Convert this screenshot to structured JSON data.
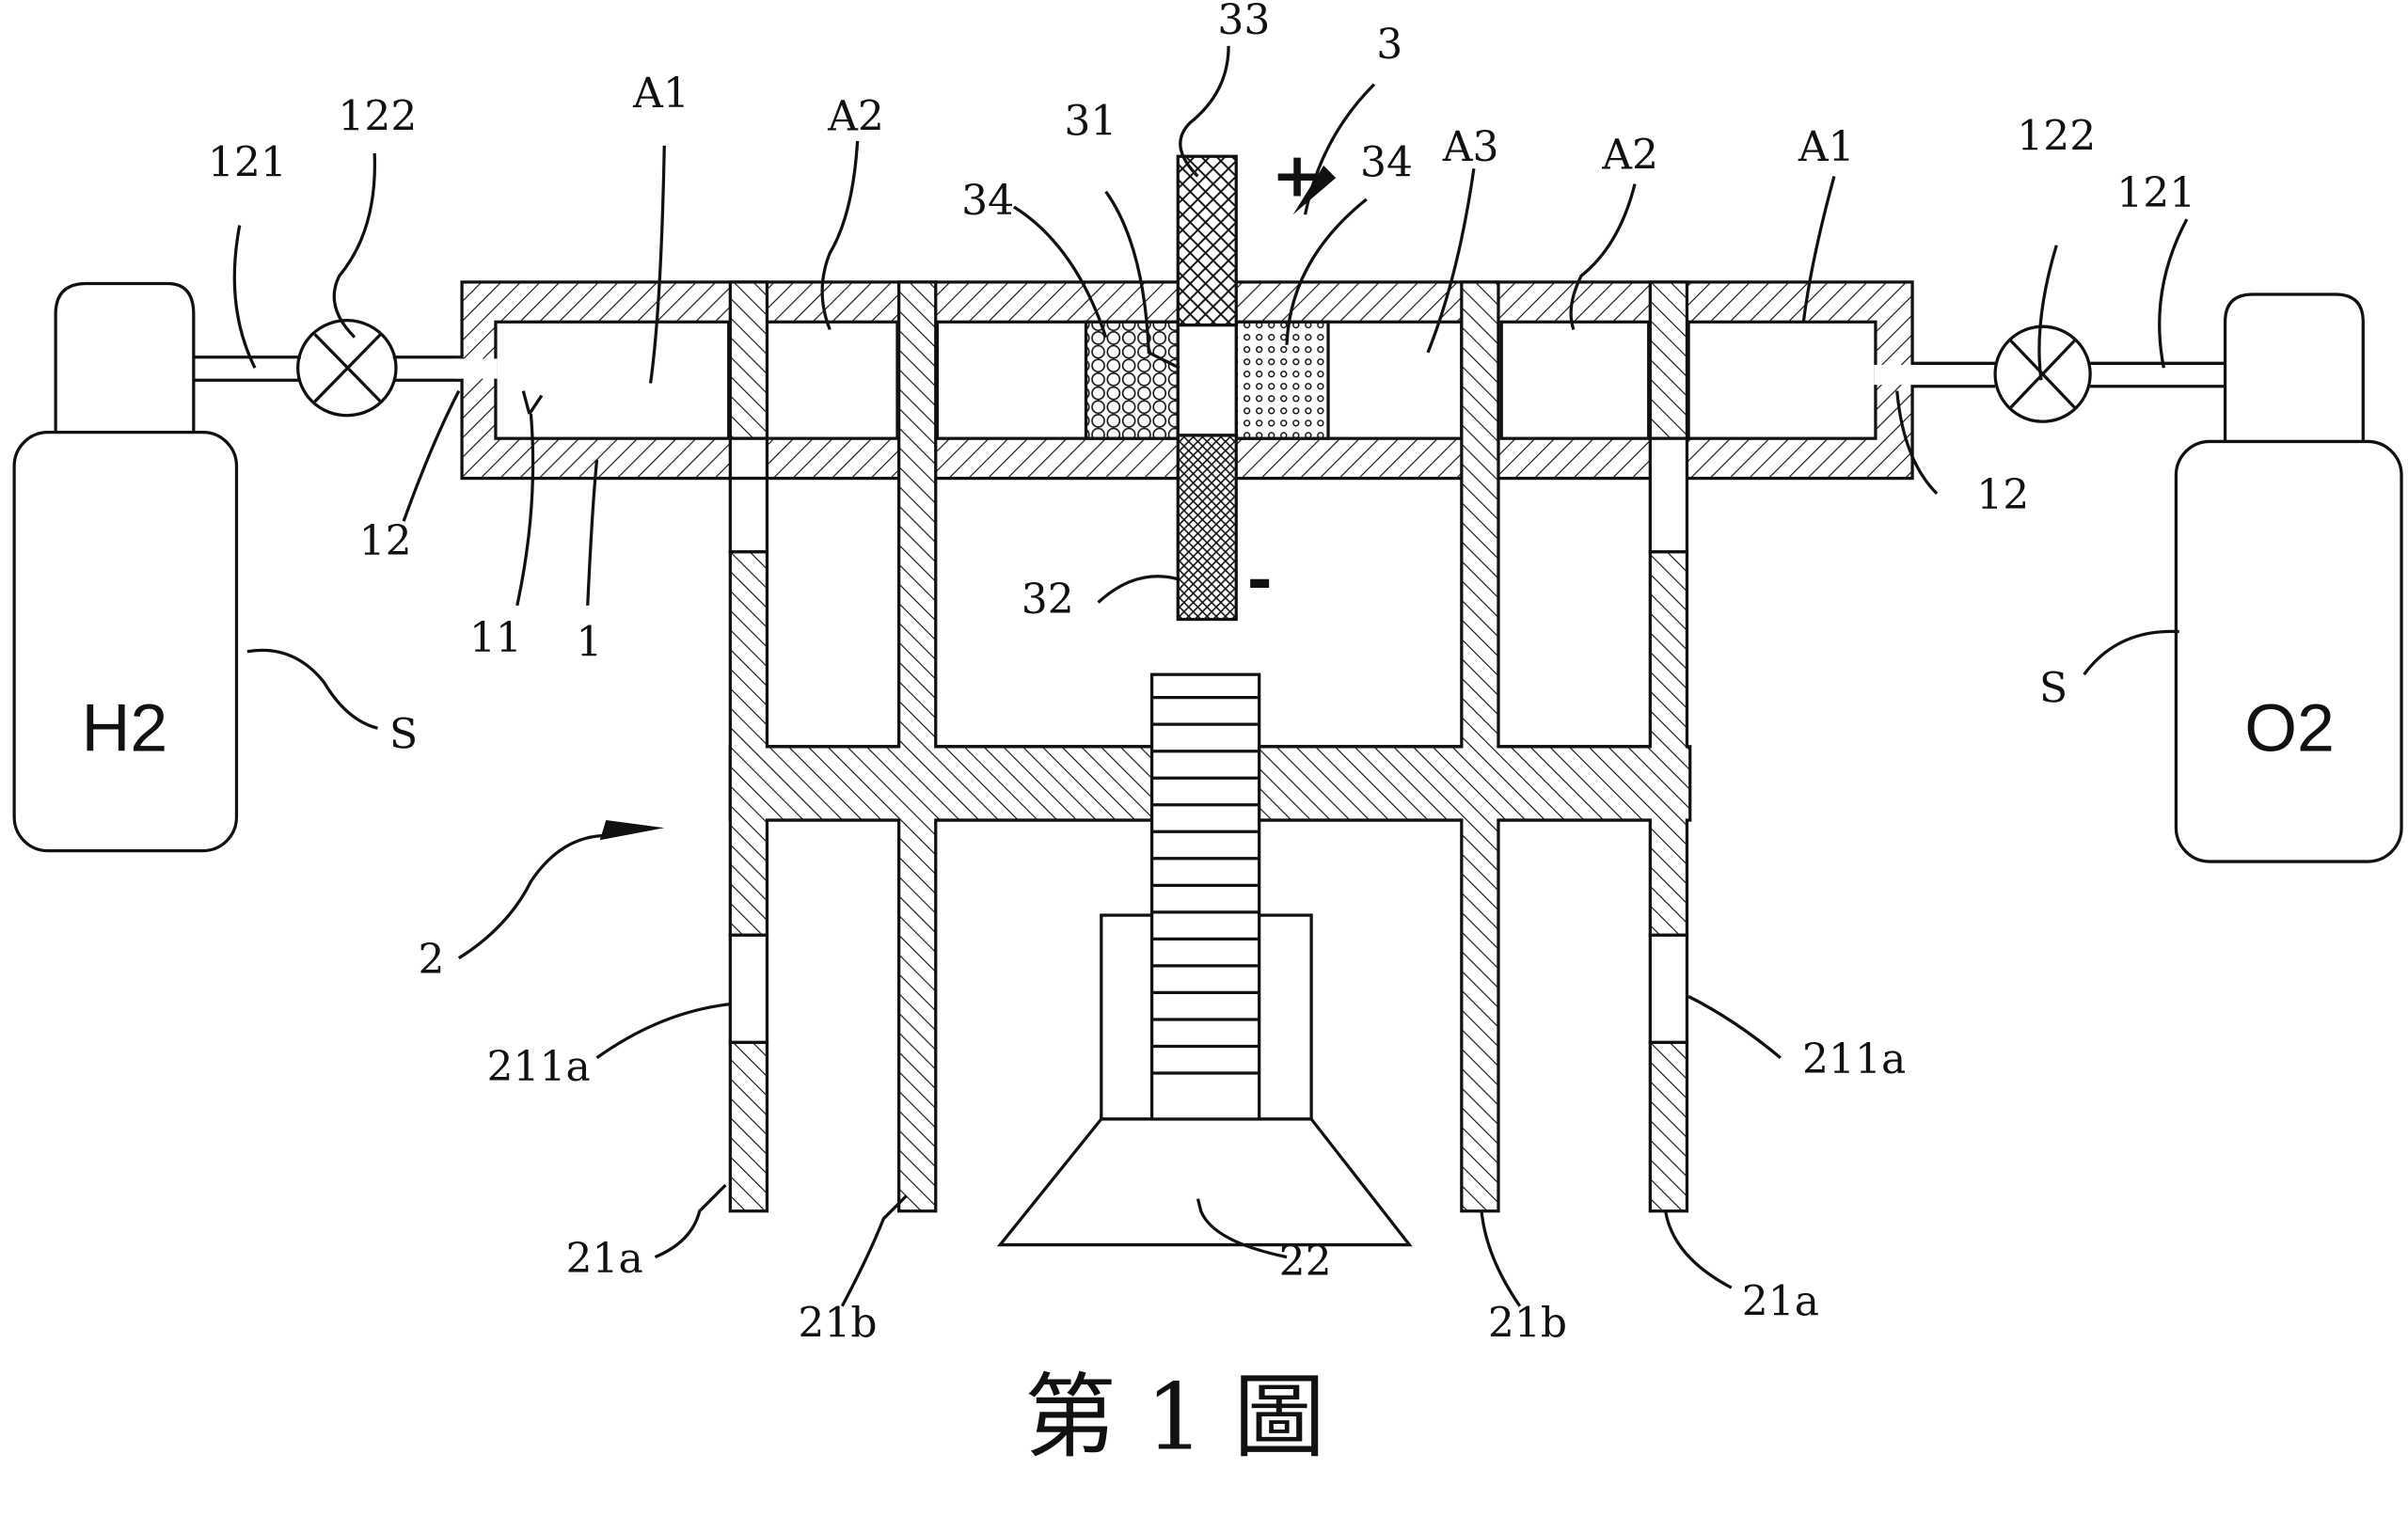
{
  "figure": {
    "caption": "第 1 圖",
    "tanks": {
      "left": {
        "gas": "H2",
        "label": "S"
      },
      "right": {
        "gas": "O2",
        "label": "S"
      }
    },
    "labels": {
      "pipe_left": "121",
      "valve_left": "122",
      "inlet_left": "12",
      "pipe_right": "121",
      "valve_right": "122",
      "inlet_right": "12",
      "chamber_a1_left": "A1",
      "chamber_a2_left": "A2",
      "chamber_a3": "A3",
      "chamber_a2_right": "A2",
      "chamber_a1_right": "A1",
      "channel": "11",
      "housing": "1",
      "assembly_2": "2",
      "assembly_3": "3",
      "electrolyte": "31",
      "cathode": "32",
      "anode": "33",
      "catalyst_left": "34",
      "catalyst_right": "34",
      "piston_a_left": "21a",
      "piston_a_right": "21a",
      "piston_b_left": "21b",
      "piston_b_right": "21b",
      "port_left": "211a",
      "port_right": "211a",
      "base": "22"
    },
    "polarity": {
      "positive": "+",
      "negative": "-"
    }
  }
}
